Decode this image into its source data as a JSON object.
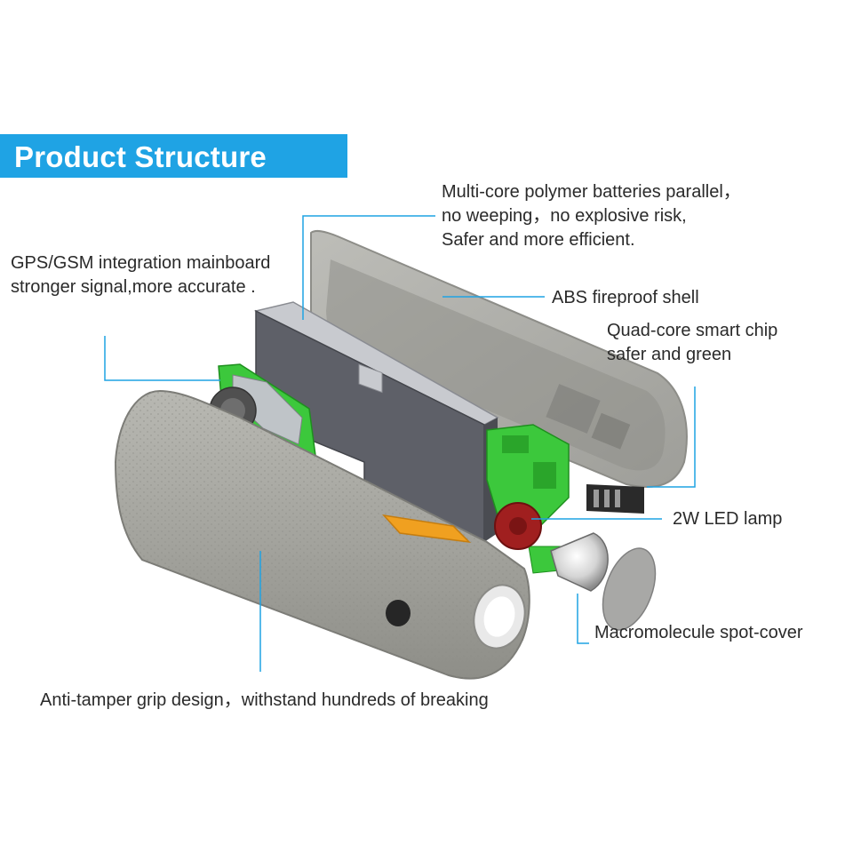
{
  "title": "Product Structure",
  "colors": {
    "title_bar": "#1fa3e4",
    "title_text": "#ffffff",
    "leader_line": "#1fa3e4",
    "body_shell": "#a3a39d",
    "battery": "#5e6068",
    "pcb": "#3cc83c",
    "led_heatsink": "#a01f1f"
  },
  "callouts": {
    "batteries": {
      "lines": [
        "Multi-core polymer batteries parallel，",
        "no weeping，no explosive risk,",
        "Safer and more efficient."
      ]
    },
    "mainboard": {
      "lines": [
        "GPS/GSM integration mainboard",
        "stronger signal,more accurate ."
      ]
    },
    "shell": {
      "lines": [
        "ABS fireproof shell"
      ]
    },
    "chip": {
      "lines": [
        "Quad-core smart chip",
        "safer and green"
      ]
    },
    "led": {
      "lines": [
        "2W LED lamp"
      ]
    },
    "cover": {
      "lines": [
        "Macromolecule spot-cover"
      ]
    },
    "grip": {
      "lines": [
        "Anti-tamper grip design，withstand hundreds of breaking"
      ]
    }
  }
}
